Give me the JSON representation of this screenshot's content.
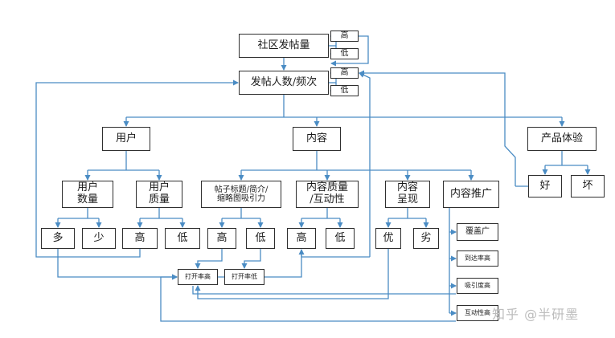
{
  "diagram": {
    "nodes": {
      "post_volume": "社区发帖量",
      "post_vol_high": "高",
      "post_vol_low": "低",
      "posters": "发帖人数/频次",
      "posters_high": "高",
      "posters_low": "低",
      "user": "用户",
      "content": "内容",
      "product": "产品体验",
      "user_count": "用户\n数量",
      "user_quality": "用户\n质量",
      "title_appeal": "帖子标题/简介/\n缩略图吸引力",
      "content_quality": "内容质量\n/互动性",
      "presentation": "内容\n呈现",
      "promotion": "内容推广",
      "good": "好",
      "bad": "坏",
      "many": "多",
      "few": "少",
      "uq_high": "高",
      "uq_low": "低",
      "ta_high": "高",
      "ta_low": "低",
      "cq_high": "高",
      "cq_low": "低",
      "excellent": "优",
      "poor": "劣",
      "coverage": "覆盖广",
      "reach_rate": "到达率高",
      "attraction": "吸引度高",
      "interactivity": "互动性高",
      "open_high": "打开率高",
      "open_low": "打开率低"
    },
    "watermark": "知乎 @半研墨",
    "colors": {
      "line": "#4a8cc4",
      "border": "#2f2f2f",
      "text": "#1a1a1a"
    }
  }
}
